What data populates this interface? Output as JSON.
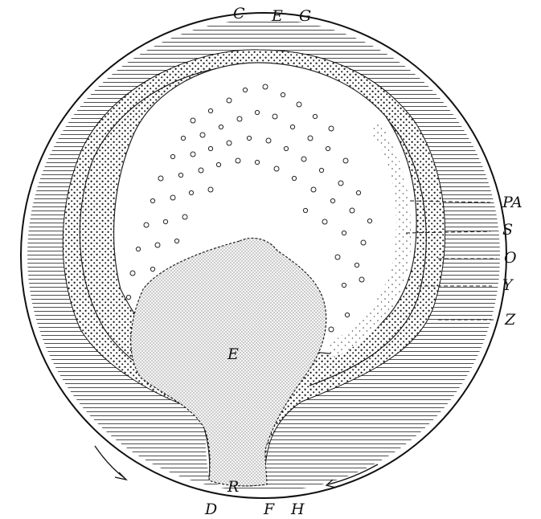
{
  "figure": {
    "top_labels": [
      "C",
      "E",
      "G"
    ],
    "bottom_labels": [
      "D",
      "F",
      "H"
    ],
    "center_label": "E",
    "opening_label": "R",
    "side_labels": [
      "PA",
      "S",
      "O",
      "Y",
      "Z"
    ]
  },
  "colors": {
    "ink": "#111111",
    "background": "#ffffff"
  }
}
